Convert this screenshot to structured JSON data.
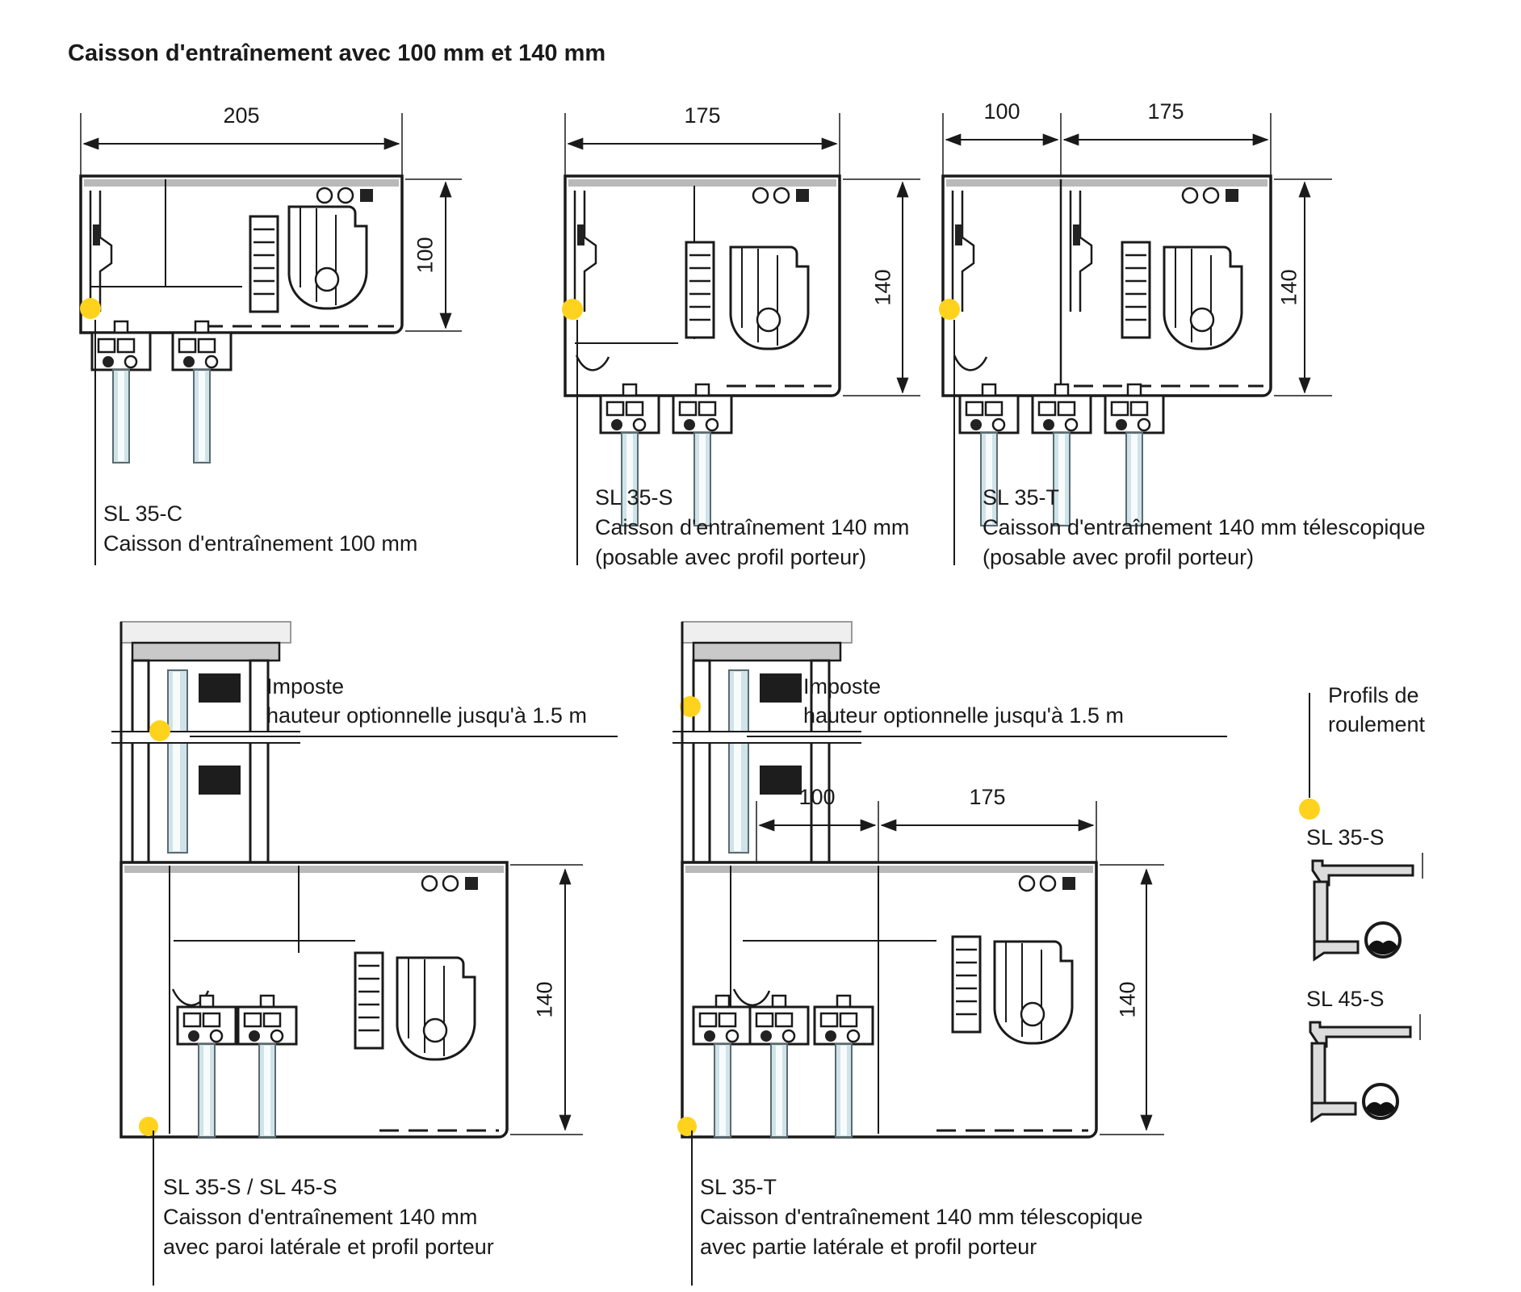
{
  "page": {
    "title": "Caisson d'entraînement avec 100 mm et 140 mm",
    "background": "#ffffff",
    "accent_yellow": "#ffd21e",
    "glass_color": "#cfe3e8",
    "line_color": "#1a1a1a"
  },
  "labels": {
    "imposte": {
      "line1": "Imposte",
      "line2": "hauteur optionnelle jusqu'à 1.5 m"
    }
  },
  "diagrams": {
    "sl35c": {
      "dim_width": "205",
      "dim_height": "100",
      "caption": [
        "SL 35-C",
        "Caisson d'entraînement 100 mm"
      ]
    },
    "sl35s": {
      "dim_width": "175",
      "dim_height": "140",
      "caption": [
        "SL 35-S",
        "Caisson d'entraînement 140 mm",
        "(posable avec profil porteur)"
      ]
    },
    "sl35t": {
      "dim_width1": "100",
      "dim_width2": "175",
      "dim_height": "140",
      "caption": [
        "SL 35-T",
        "Caisson d'entraînement 140 mm télescopique",
        "(posable avec profil porteur)"
      ]
    },
    "sl35s45s": {
      "dim_height": "140",
      "caption": [
        "SL 35-S / SL 45-S",
        "Caisson d'entraînement 140 mm",
        "avec paroi latérale et profil porteur"
      ]
    },
    "sl35t_bas": {
      "dim_width1": "100",
      "dim_width2": "175",
      "dim_height": "140",
      "caption": [
        "SL 35-T",
        "Caisson d'entraînement 140 mm télescopique",
        "avec partie latérale et profil porteur"
      ]
    }
  },
  "right_column": {
    "label_line1": "Profils de",
    "label_line2": "roulement",
    "profile1": "SL 35-S",
    "profile2": "SL 45-S"
  }
}
